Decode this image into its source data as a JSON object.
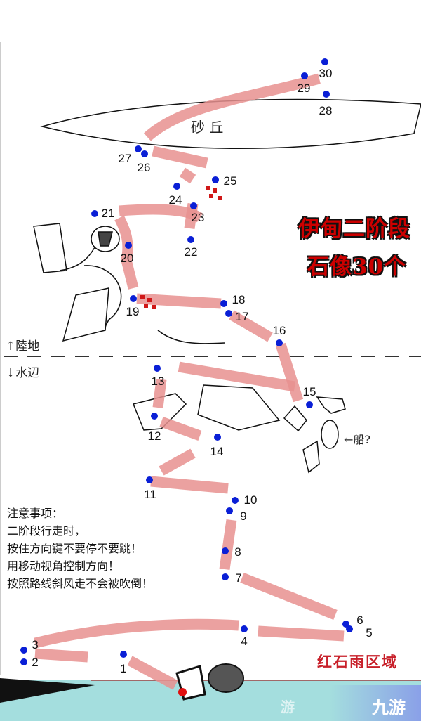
{
  "title": {
    "line1": "伊甸二阶段",
    "line2": "石像30个"
  },
  "labels": {
    "dune": "砂  丘",
    "land": "↑陸地",
    "water": "↓水辺",
    "boat": "←船?",
    "red_stone_area": "红石雨区域"
  },
  "notes": [
    "注意事项：",
    "二阶段行走时，",
    "按住方向键不要停不要跳！",
    "用移动视角控制方向！",
    "按照路线斜风走不会被吹倒！"
  ],
  "statue_numbers": [
    "1",
    "2",
    "3",
    "4",
    "5",
    "6",
    "7",
    "8",
    "9",
    "10",
    "11",
    "12",
    "13",
    "14",
    "15",
    "16",
    "17",
    "18",
    "19",
    "20",
    "21",
    "22",
    "23",
    "24",
    "25",
    "26",
    "27",
    "28",
    "29",
    "30"
  ],
  "watermark": {
    "logo": "九游",
    "faded": "游"
  },
  "colors": {
    "route": "#e8908f",
    "statue_dot": "#0a1fd6",
    "title_red": "#cc0000",
    "water": "#a4dede"
  }
}
